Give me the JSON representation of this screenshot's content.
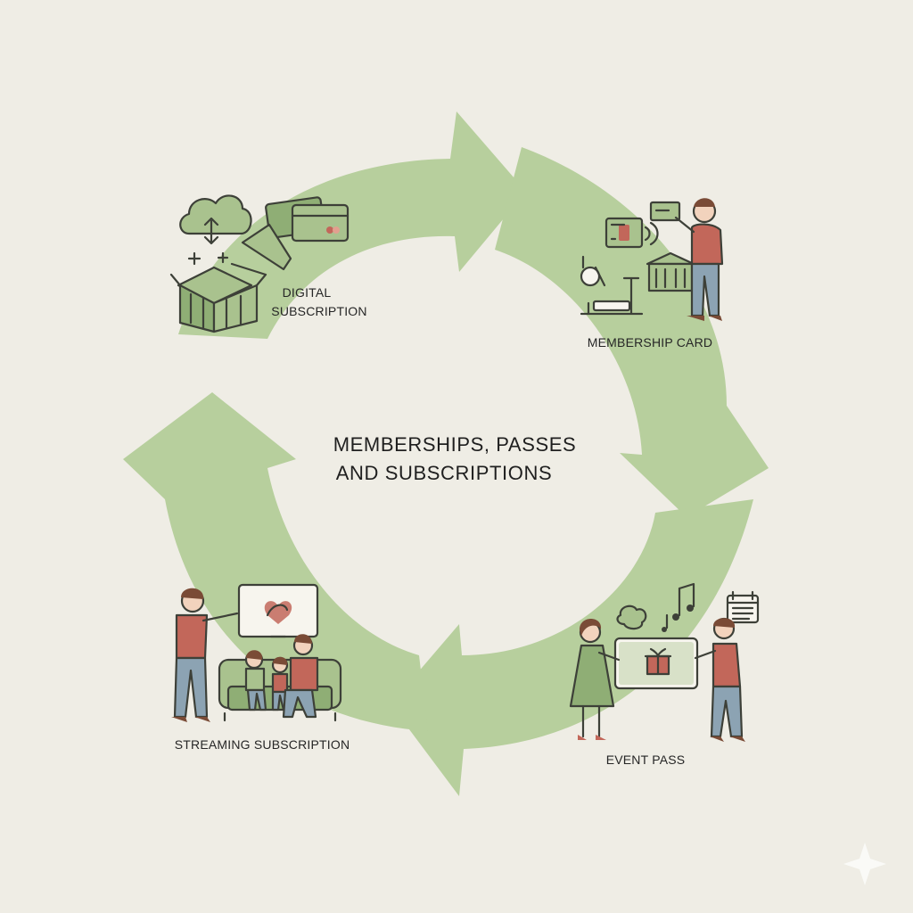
{
  "diagram": {
    "title_line1": "MEMBERSHIPS, PASSES",
    "title_line2": "AND SUBSCRIPTIONS",
    "nodes": [
      {
        "id": "digital",
        "line1": "DIGITAL",
        "line2": "SUBSCRIPTION",
        "icon": "cloud-box-card-icon"
      },
      {
        "id": "membership",
        "line1": "MEMBERSHIP CARD",
        "icon": "member-card-gym-icon"
      },
      {
        "id": "event",
        "line1": "EVENT PASS",
        "icon": "gift-ticket-music-icon"
      },
      {
        "id": "streaming",
        "line1": "STREAMING SUBSCRIPTION",
        "icon": "family-tv-icon"
      }
    ],
    "cycle_direction": "clockwise"
  },
  "colors": {
    "background": "#efede5",
    "arrow_green": "#b7cf9d",
    "accent_red": "#c2675a",
    "line_dark": "#3d4038"
  }
}
